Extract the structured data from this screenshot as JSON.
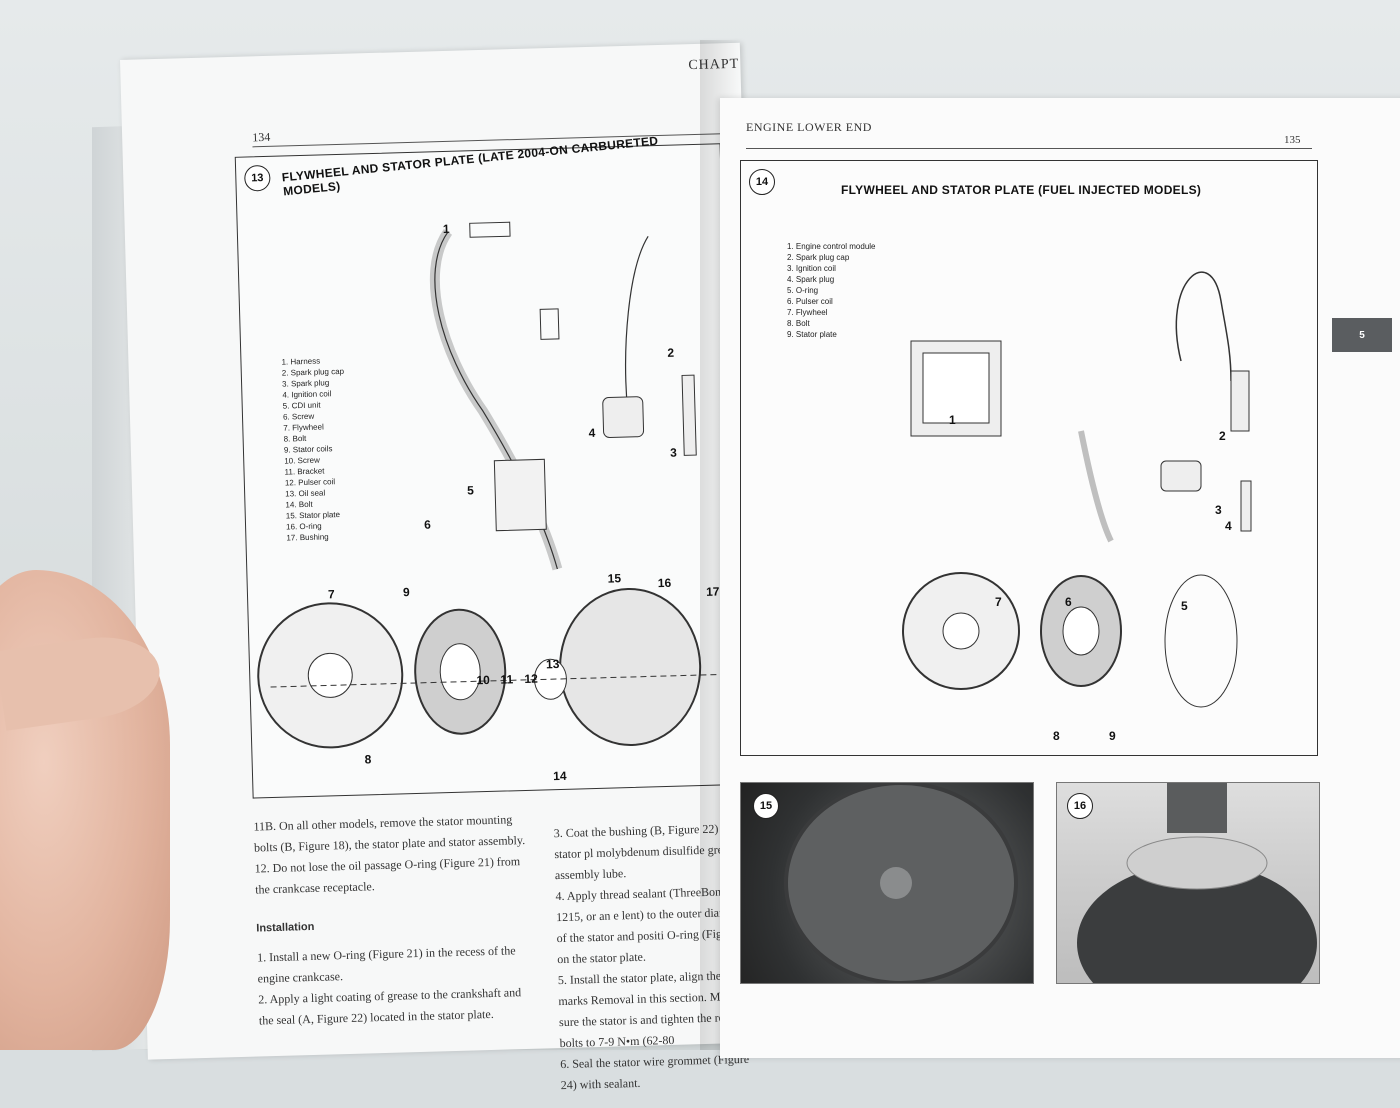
{
  "left_page": {
    "page_number": "134",
    "chapter_running_head": "CHAPT",
    "figure": {
      "number": "13",
      "title": "FLYWHEEL AND STATOR PLATE (LATE 2004-ON CARBURETED MODELS)",
      "legend": [
        "1. Harness",
        "2. Spark plug cap",
        "3. Spark plug",
        "4. Ignition coil",
        "5. CDI unit",
        "6. Screw",
        "7. Flywheel",
        "8. Bolt",
        "9. Stator coils",
        "10. Screw",
        "11. Bracket",
        "12. Pulser coil",
        "13. Oil seal",
        "14. Bolt",
        "15. Stator plate",
        "16. O-ring",
        "17. Bushing"
      ],
      "callouts": [
        "1",
        "2",
        "3",
        "4",
        "5",
        "6",
        "7",
        "8",
        "9",
        "10",
        "11",
        "12",
        "13",
        "14",
        "15",
        "16",
        "17"
      ]
    },
    "text": {
      "p1": "11B. On all other models, remove the stator mounting bolts (B, Figure 18), the stator plate and stator assembly.",
      "p2": "12. Do not lose the oil passage O-ring (Figure 21) from the crankcase receptacle.",
      "heading": "Installation",
      "p3": "1. Install a new O-ring (Figure 21) in the recess of the engine crankcase.",
      "p4": "2. Apply a light coating of grease to the crankshaft and the seal (A, Figure 22) located in the stator plate."
    },
    "text_col2": {
      "p1": "3. Coat the bushing (B, Figure 22) in the stator pl molybdenum disulfide grease or assembly lube.",
      "p2": "4. Apply thread sealant (ThreeBond 1215, or an e lent) to the outer diameter of the stator and positi O-ring (Figure 23) on the stator plate.",
      "p3": "5. Install the stator plate, align the timing marks Removal in this section. Make sure the stator is and tighten the retaining bolts to 7-9 N•m (62-80",
      "p4": "6. Seal the stator wire grommet (Figure 24) with sealant."
    }
  },
  "right_page": {
    "running_head": "ENGINE LOWER END",
    "page_number": "135",
    "tab_label": "5",
    "figure": {
      "number": "14",
      "title": "FLYWHEEL AND STATOR PLATE (FUEL INJECTED MODELS)",
      "legend": [
        "1. Engine control module",
        "2. Spark plug cap",
        "3. Ignition coil",
        "4. Spark plug",
        "5. O-ring",
        "6. Pulser coil",
        "7. Flywheel",
        "8. Bolt",
        "9. Stator plate"
      ],
      "callouts": [
        "1",
        "2",
        "3",
        "4",
        "5",
        "6",
        "7",
        "8",
        "9"
      ]
    },
    "photo1_number": "15",
    "photo2_number": "16"
  }
}
